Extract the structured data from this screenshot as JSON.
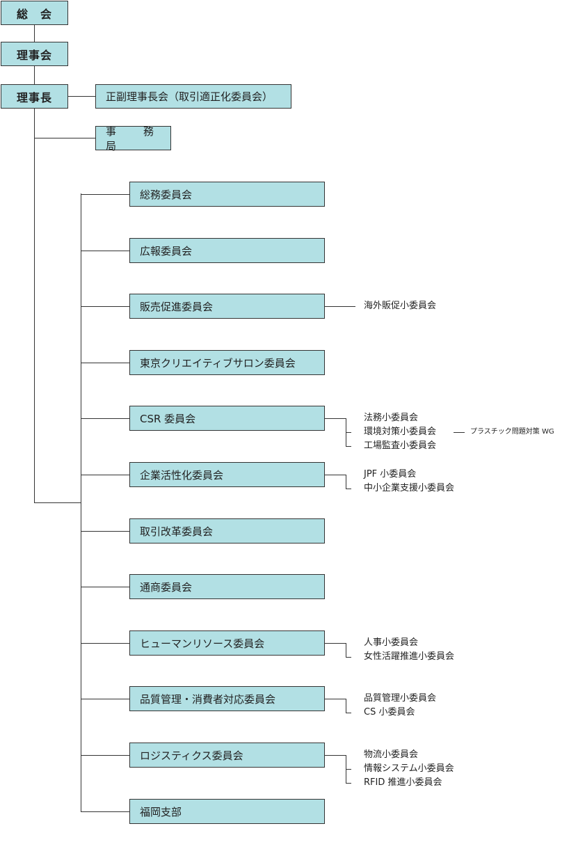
{
  "org": {
    "general_assembly": "総　会",
    "board": "理事会",
    "chairman": "理事長",
    "vice_chair_meeting": "正副理事長会（取引適正化委員会）",
    "secretariat": "事　務　局"
  },
  "committees": [
    {
      "label": "総務委員会",
      "subs": []
    },
    {
      "label": "広報委員会",
      "subs": []
    },
    {
      "label": "販売促進委員会",
      "subs": [
        "海外販促小委員会"
      ]
    },
    {
      "label": "東京クリエイティブサロン委員会",
      "subs": []
    },
    {
      "label": "CSR 委員会",
      "subs": [
        "法務小委員会",
        "環境対策小委員会",
        "工場監査小委員会"
      ],
      "subsub": "プラスチック問題対策 WG"
    },
    {
      "label": "企業活性化委員会",
      "subs": [
        "JPF 小委員会",
        "中小企業支援小委員会"
      ]
    },
    {
      "label": "取引改革委員会",
      "subs": []
    },
    {
      "label": "通商委員会",
      "subs": []
    },
    {
      "label": "ヒューマンリソース委員会",
      "subs": [
        "人事小委員会",
        "女性活躍推進小委員会"
      ]
    },
    {
      "label": "品質管理・消費者対応委員会",
      "subs": [
        "品質管理小委員会",
        "CS 小委員会"
      ]
    },
    {
      "label": "ロジスティクス委員会",
      "subs": [
        "物流小委員会",
        "情報システム小委員会",
        "RFID 推進小委員会"
      ]
    },
    {
      "label": "福岡支部",
      "subs": []
    }
  ]
}
